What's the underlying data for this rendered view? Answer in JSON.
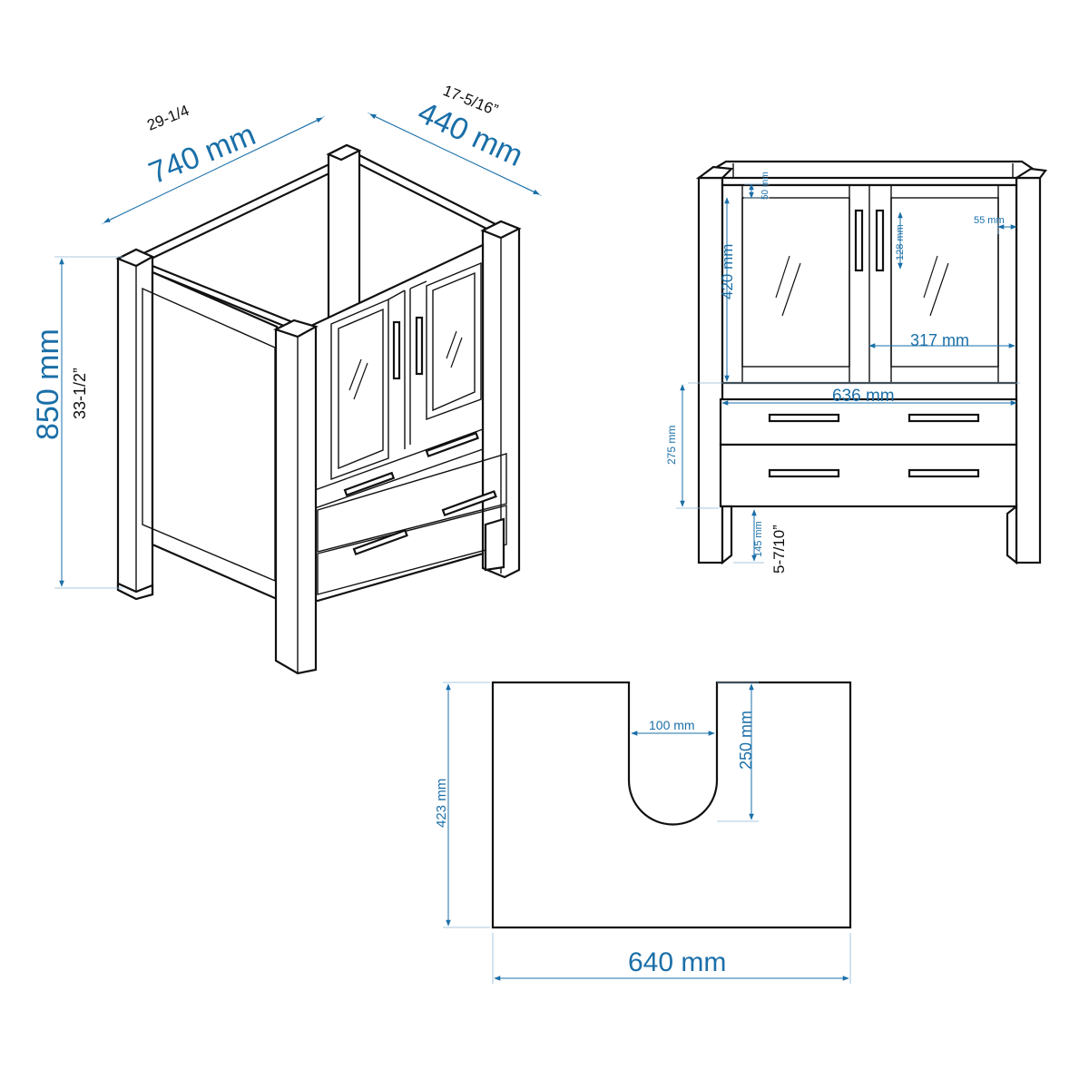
{
  "colors": {
    "dimension": "#1a6fa8",
    "line": "#111111",
    "background": "#ffffff"
  },
  "perspective_view": {
    "width_mm": "740 mm",
    "width_in": "29-1/4",
    "depth_mm": "440 mm",
    "depth_in": "17-5/16ˮ",
    "height_mm": "850 mm",
    "height_in": "33-1/2ˮ"
  },
  "front_view": {
    "top_rail": "50 mm",
    "stile": "55 mm",
    "handle": "128 mm",
    "door_height": "420 mm",
    "door_width": "317 mm",
    "inner_width": "636 mm",
    "drawer_height": "275 mm",
    "leg_height_mm": "145 mm",
    "leg_height_in": "5-7/10ˮ"
  },
  "top_view": {
    "cutout_width": "100 mm",
    "cutout_depth": "250 mm",
    "depth": "423 mm",
    "width": "640 mm"
  }
}
